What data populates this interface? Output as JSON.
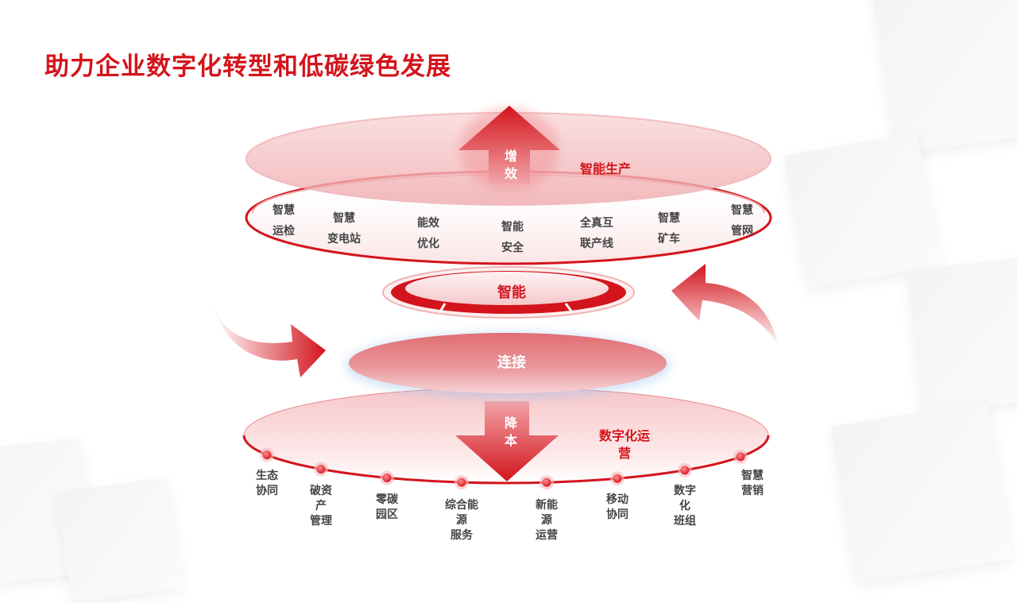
{
  "title": "助力企业数字化转型和低碳绿色发展",
  "colors": {
    "brand_red": "#d3141c",
    "light_red": "#f5c4c6",
    "text_gray": "#444444"
  },
  "layers": {
    "top": {
      "label": "智能生产",
      "arrow_label": "增\n效",
      "items": [
        "智慧\n运检",
        "智慧\n变电站",
        "能效\n优化",
        "智能\n安全",
        "全真互\n联产线",
        "智慧\n矿车",
        "智慧\n管网"
      ]
    },
    "ring": {
      "label": "智能"
    },
    "middle": {
      "label": "连接"
    },
    "bottom": {
      "label": "数字化运\n营",
      "arrow_label": "降\n本",
      "items": [
        "生态\n协同",
        "破资\n产\n管理",
        "零碳\n园区",
        "综合能\n源\n服务",
        "新能\n源\n运营",
        "移动\n协同",
        "数字\n化\n班组",
        "智慧\n营销"
      ]
    }
  }
}
